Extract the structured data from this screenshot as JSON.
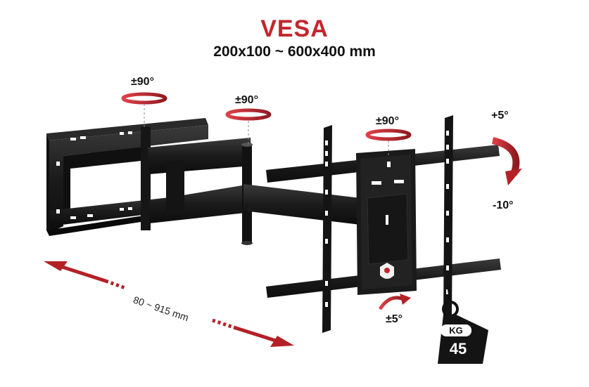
{
  "header": {
    "title": "VESA",
    "subtitle": "200x100 ~ 600x400 mm"
  },
  "rotation_labels": {
    "swivel_wall": "±90°",
    "swivel_arm": "±90°",
    "swivel_plate": "±90°",
    "tilt_up": "+5°",
    "tilt_down": "-10°",
    "level": "±5°"
  },
  "extension": {
    "range": "80 ~ 915 mm"
  },
  "weight": {
    "unit": "KG",
    "value": "45"
  },
  "colors": {
    "accent_red": "#c0272d",
    "mount_black": "#1a1a1a"
  }
}
